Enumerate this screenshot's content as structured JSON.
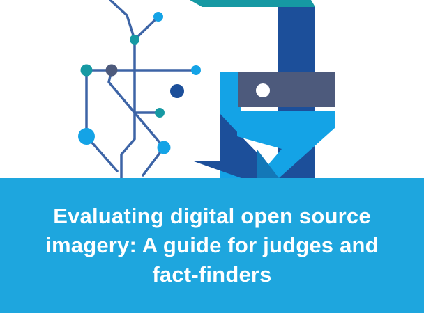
{
  "banner": {
    "title": "Evaluating digital open source imagery: A guide for judges and fact-finders"
  },
  "colors": {
    "banner": "#1ea6de",
    "navy": "#1c4f9a",
    "light_blue": "#14a3e6",
    "mid_blue": "#1378b8",
    "slate": "#4d5a7c",
    "teal": "#1699a3",
    "line": "#3d64a6"
  },
  "illustration": {
    "network_icon": "network-graph",
    "logo_icon": "arrow-check-logo"
  }
}
